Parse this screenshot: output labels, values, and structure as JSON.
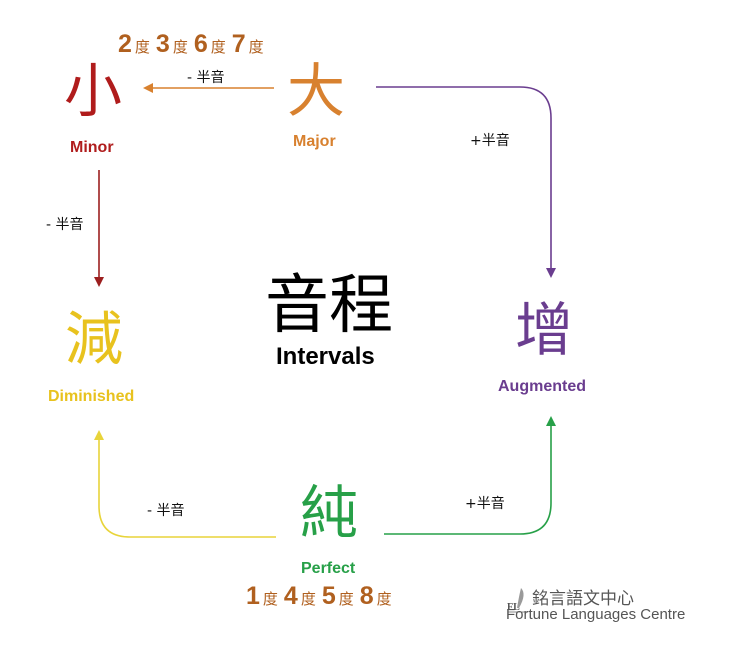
{
  "colors": {
    "major": "#d8812f",
    "minor": "#b01c1c",
    "diminished": "#e8c21e",
    "augmented": "#6a3d8f",
    "perfect": "#27a048",
    "degrees": "#b0601f"
  },
  "center": {
    "cn": "音程",
    "en": "Intervals"
  },
  "nodes": {
    "major": {
      "cn": "大",
      "en": "Major"
    },
    "minor": {
      "cn": "小",
      "en": "Minor"
    },
    "diminished": {
      "cn": "減",
      "en": "Diminished"
    },
    "augmented": {
      "cn": "增",
      "en": "Augmented"
    },
    "perfect": {
      "cn": "純",
      "en": "Perfect"
    }
  },
  "steps": {
    "major_to_minor": "-  半音",
    "minor_to_diminished": "-  半音",
    "major_to_augmented": "+半音",
    "perfect_to_diminished": "-  半音",
    "perfect_to_augmented": "+半音"
  },
  "major_degrees": [
    {
      "num": "2",
      "unit": "度"
    },
    {
      "num": "3",
      "unit": "度"
    },
    {
      "num": "6",
      "unit": "度"
    },
    {
      "num": "7",
      "unit": "度"
    }
  ],
  "perfect_degrees": [
    {
      "num": "1",
      "unit": "度"
    },
    {
      "num": "4",
      "unit": "度"
    },
    {
      "num": "5",
      "unit": "度"
    },
    {
      "num": "8",
      "unit": "度"
    }
  ],
  "logo": {
    "cn": "銘言語文中心",
    "en": "Fortune Languages Centre",
    "mark": "FL"
  }
}
